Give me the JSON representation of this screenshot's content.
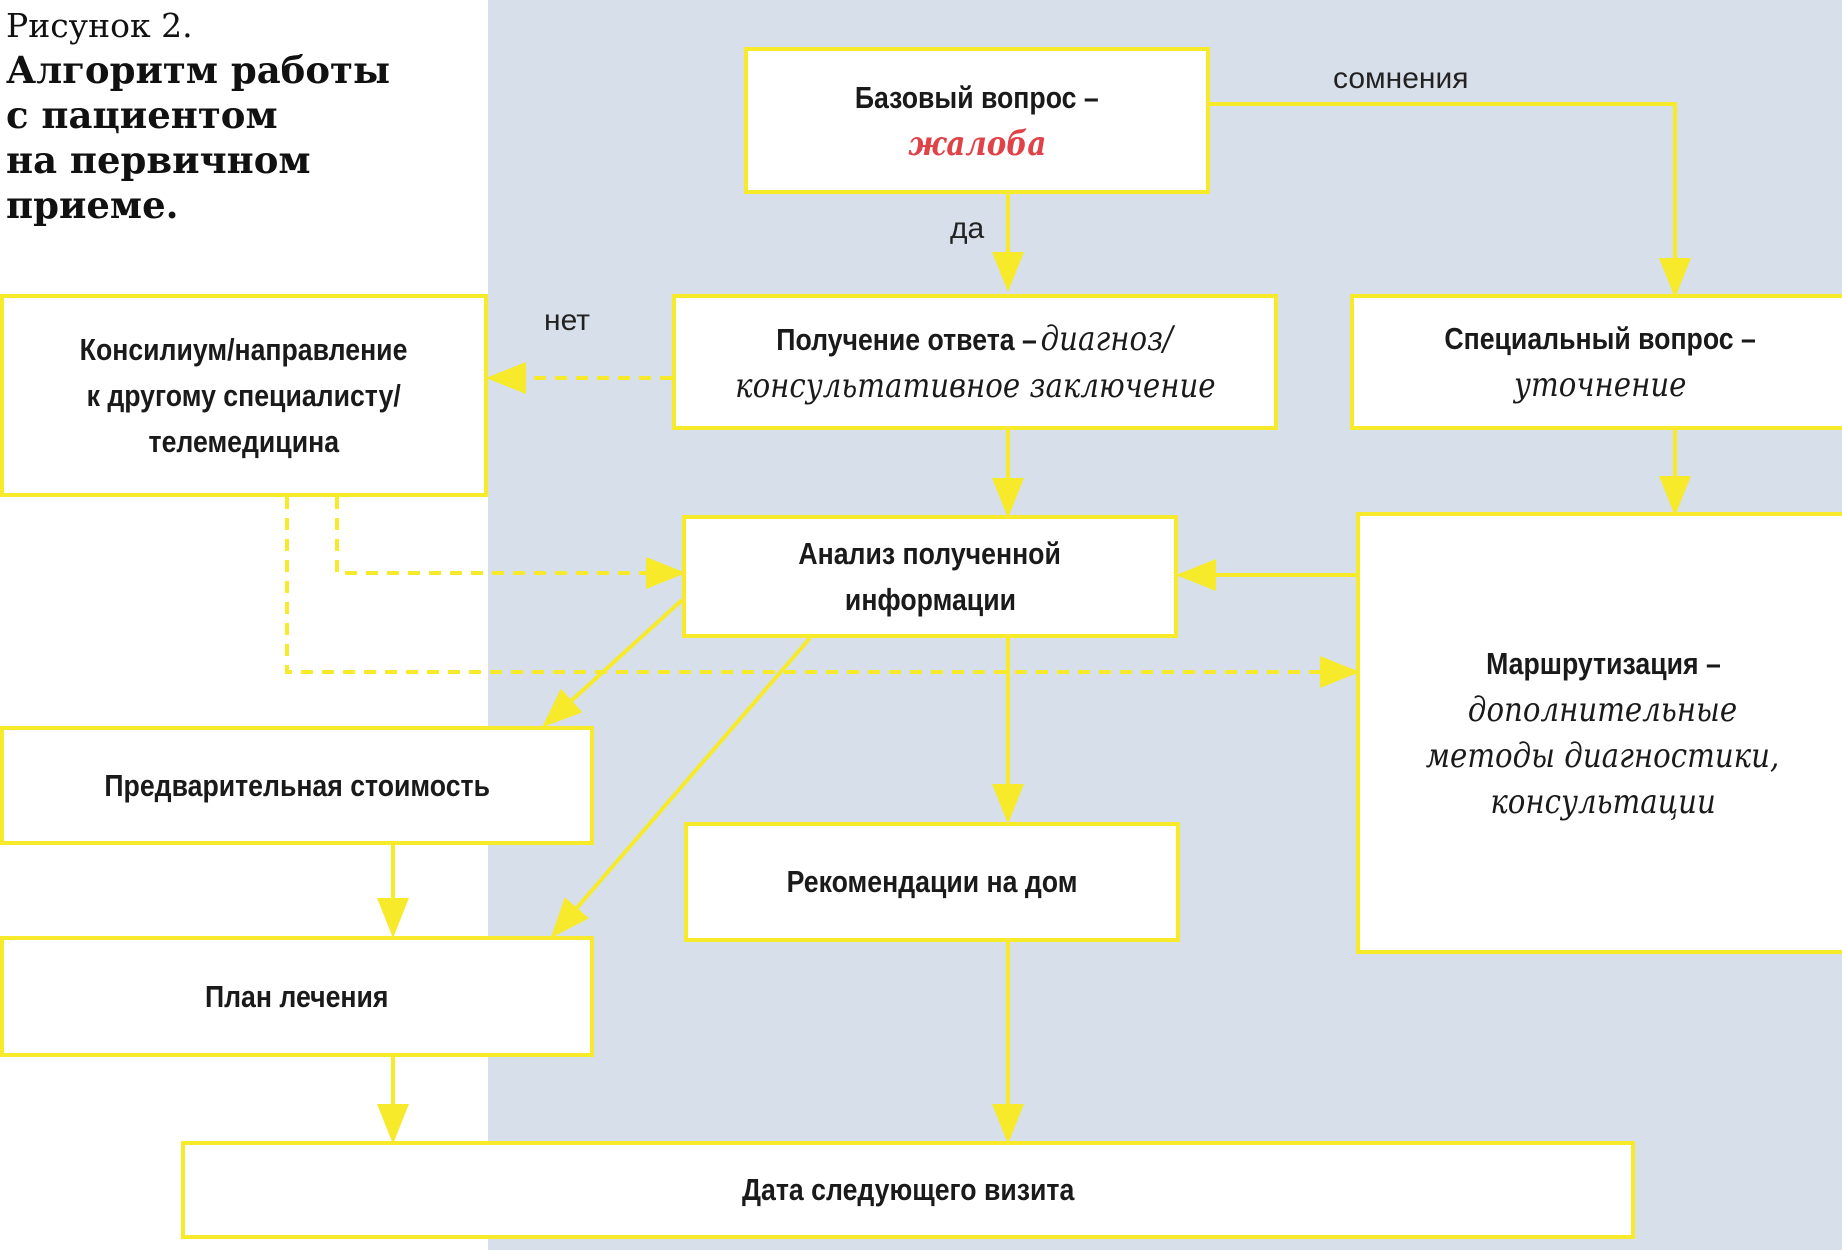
{
  "caption": {
    "number": "Рисунок 2.",
    "title_lines": [
      "Алгоритм работы",
      "с пациентом",
      "на первичном приеме."
    ]
  },
  "nodes": {
    "base_question": {
      "bold": "Базовый вопрос –",
      "accent": "жалоба"
    },
    "answer": {
      "bold": "Получение ответа –",
      "italic_1": "диагноз/",
      "italic_2": "консультативное заключение"
    },
    "special_question": {
      "bold": "Специальный вопрос –",
      "italic": "уточнение"
    },
    "consilium": {
      "lines": [
        "Консилиум/направление",
        "к другому специалисту/",
        "телемедицина"
      ]
    },
    "analysis": {
      "lines": [
        "Анализ полученной",
        "информации"
      ]
    },
    "routing": {
      "bold": "Маршрутизация –",
      "italic_lines": [
        "дополнительные",
        "методы диагностики,",
        "консультации"
      ]
    },
    "prelim_cost": {
      "label": "Предварительная стоимость"
    },
    "home_recs": {
      "label": "Рекомендации на дом"
    },
    "treatment_plan": {
      "label": "План лечения"
    },
    "next_visit": {
      "label": "Дата следующего визита"
    }
  },
  "edge_labels": {
    "doubt": "сомнения",
    "yes": "да",
    "no": "нет"
  },
  "colors": {
    "connector": "#f6ea2a",
    "accent_text": "#e04247",
    "panel": "#d7e0ea"
  }
}
